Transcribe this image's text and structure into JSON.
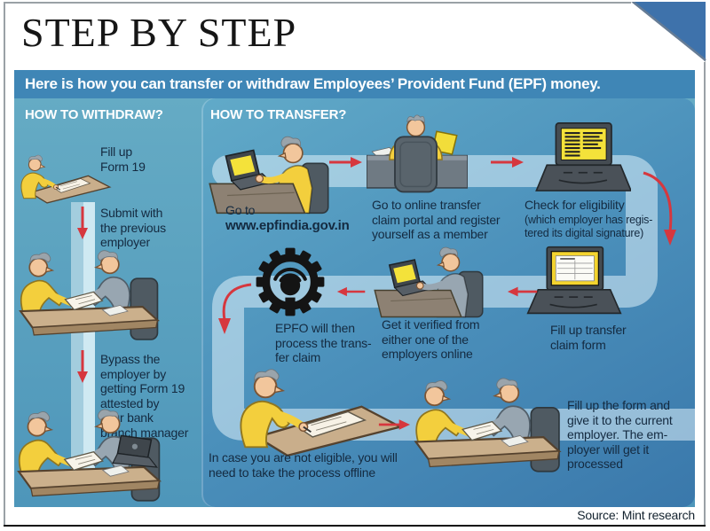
{
  "title": "STEP BY STEP",
  "banner": {
    "text": "Here is how you can transfer or withdraw Employees’ Provident Fund (EPF) money."
  },
  "source": "Source: Mint research",
  "withdraw": {
    "header": "HOW TO WITHDRAW?",
    "steps": [
      {
        "text": "Fill up\nForm 19",
        "illustration": "person-filling-form"
      },
      {
        "text": "Submit with\nthe previous\nemployer",
        "illustration": "submit-to-previous-employer"
      },
      {
        "text": "Bypass the\nemployer by\ngetting Form 19\nattested by\nyour bank\nbranch manager",
        "illustration": "bank-branch-manager-attests"
      }
    ]
  },
  "transfer": {
    "header": "HOW TO TRANSFER?",
    "steps": [
      {
        "label": "Go to",
        "url": "www.epfindia.gov.in",
        "illustration": "person-at-laptop"
      },
      {
        "text": "Go to online transfer\nclaim portal and register\nyourself as a member",
        "illustration": "register-on-portal"
      },
      {
        "text": "Check for eligibility",
        "sub": "(which employer has regis-\ntered its digital signature)",
        "illustration": "laptop-eligibility-list"
      },
      {
        "text": "Fill up transfer\nclaim form",
        "illustration": "laptop-claim-form"
      },
      {
        "text": "Get it verified from\neither one of the\nemployers online",
        "illustration": "employer-verifies-online"
      },
      {
        "text": "EPFO will then\nprocess the trans-\nfer claim",
        "illustration": "epfo-gear"
      },
      {
        "text": "In case you are not eligible, you will\nneed to take the process offline",
        "illustration": "offline-process-writer"
      },
      {
        "text": "Fill up the form and\ngive it to the current\nemployer. The em-\nployer will get it\nprocessed",
        "illustration": "give-to-current-employer"
      }
    ]
  },
  "colors": {
    "banner_blue": "#3f86b6",
    "withdraw_bg": "#58a1c0",
    "transfer_bg_top": "#61aac8",
    "transfer_bg_bottom": "#3a78ab",
    "path_band": "#cfe6f2",
    "arrow_red": "#d6373e",
    "accent_yellow": "#f3cf3d",
    "text_dark": "#142a40",
    "fold_blue": "#3e72ab"
  }
}
